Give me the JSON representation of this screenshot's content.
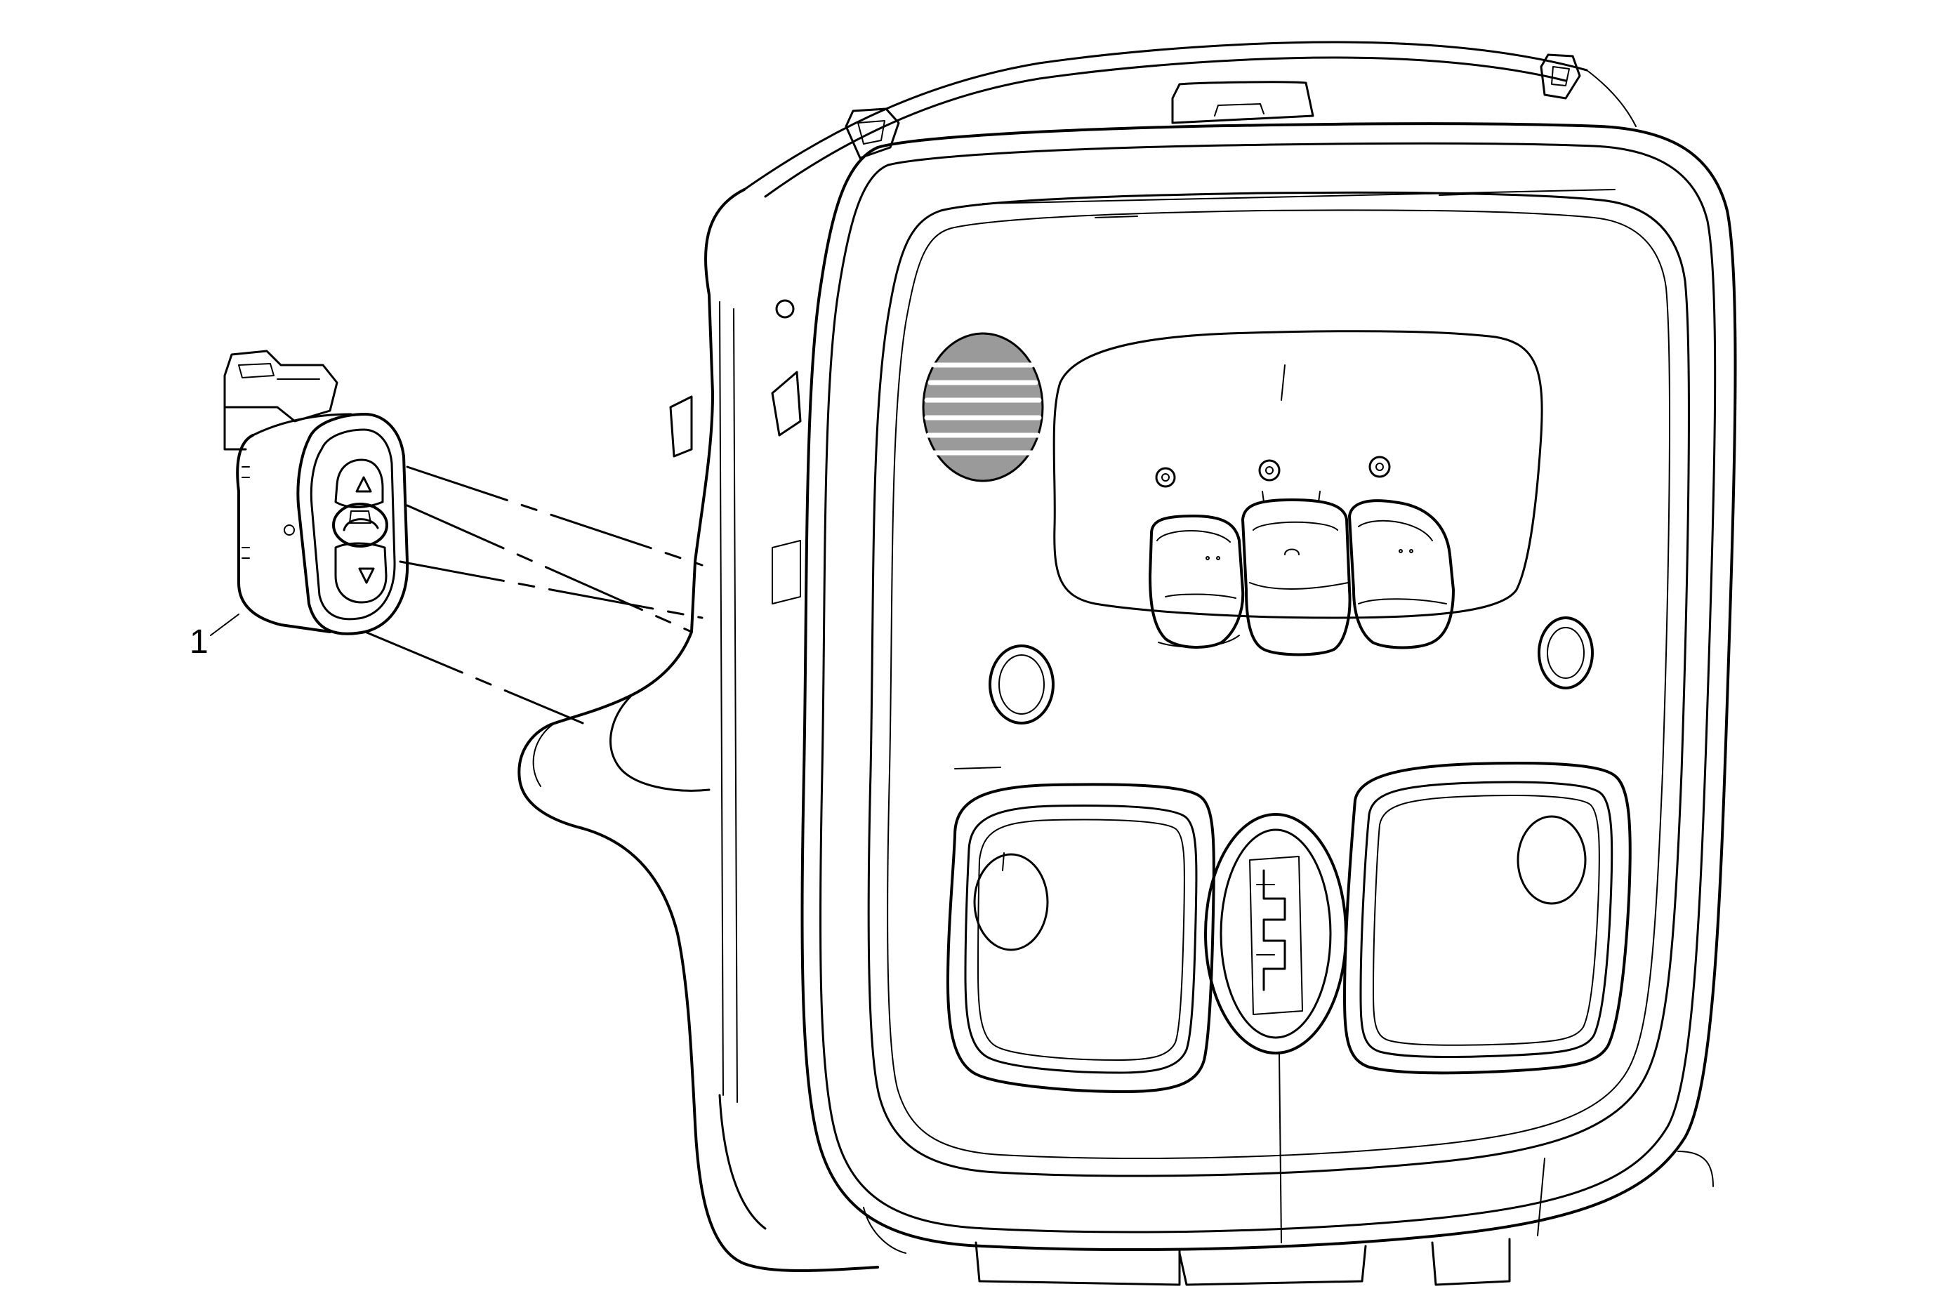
{
  "callouts": [
    {
      "label": "1"
    }
  ],
  "icons": {
    "switch_top_symbol": "triangle-up",
    "switch_bottom_symbol": "triangle-down",
    "switch_center_symbol": "sunroof-symbol"
  },
  "colors": {
    "line": "#000000",
    "background": "#ffffff",
    "grille_shade": "#9a9a9a"
  }
}
